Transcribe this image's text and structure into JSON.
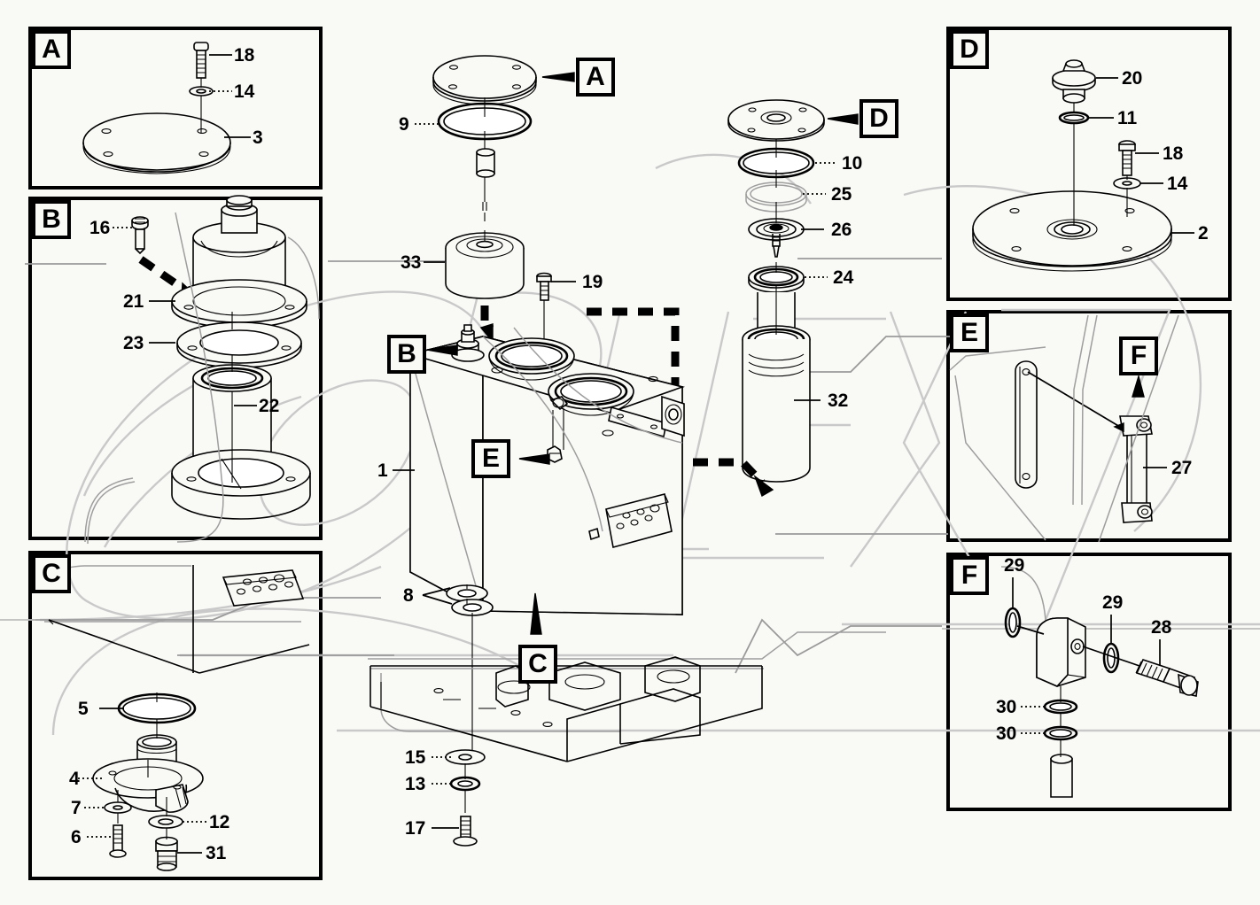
{
  "sheet": {
    "background": "#f9f9f6",
    "line_color": "#000000",
    "ghost_color": "#9e9e9e",
    "watermark_color": "#c9c9c9"
  },
  "detail_panels": [
    {
      "id": "A",
      "tag": "A",
      "title": "Detail A",
      "items": [
        {
          "num": "18",
          "name": "bolt"
        },
        {
          "num": "14",
          "name": "washer"
        },
        {
          "num": "3",
          "name": "cover-plate"
        }
      ]
    },
    {
      "id": "B",
      "tag": "B",
      "title": "Detail B",
      "items": [
        {
          "num": "16",
          "name": "screw"
        },
        {
          "num": "21",
          "name": "breather-head"
        },
        {
          "num": "23",
          "name": "gasket-ring"
        },
        {
          "num": "22",
          "name": "filter-element"
        }
      ]
    },
    {
      "id": "C",
      "tag": "C",
      "title": "Detail C",
      "items": [
        {
          "num": "5",
          "name": "o-ring"
        },
        {
          "num": "4",
          "name": "drain-flange"
        },
        {
          "num": "7",
          "name": "washer"
        },
        {
          "num": "6",
          "name": "bolt"
        },
        {
          "num": "12",
          "name": "seal-washer"
        },
        {
          "num": "31",
          "name": "drain-plug"
        }
      ]
    },
    {
      "id": "D",
      "tag": "D",
      "title": "Detail D",
      "items": [
        {
          "num": "20",
          "name": "filler-cap"
        },
        {
          "num": "11",
          "name": "o-ring"
        },
        {
          "num": "18",
          "name": "bolt"
        },
        {
          "num": "14",
          "name": "washer"
        },
        {
          "num": "2",
          "name": "cover-plate"
        }
      ]
    },
    {
      "id": "E",
      "tag": "E",
      "title": "Detail E",
      "items": [
        {
          "num": "27",
          "name": "link-strut"
        }
      ],
      "nested_callout": "F"
    },
    {
      "id": "F",
      "tag": "F",
      "title": "Detail F",
      "items": [
        {
          "num": "29",
          "name": "o-ring-upper"
        },
        {
          "num": "29",
          "name": "o-ring-lower"
        },
        {
          "num": "28",
          "name": "flange-bolt"
        },
        {
          "num": "30",
          "name": "washer-upper"
        },
        {
          "num": "30",
          "name": "washer-lower"
        }
      ]
    }
  ],
  "main_assembly": {
    "callouts": [
      "A",
      "B",
      "C",
      "D",
      "E"
    ],
    "items": [
      {
        "num": "1",
        "name": "hydraulic-tank"
      },
      {
        "num": "8",
        "name": "isolator-mount"
      },
      {
        "num": "9",
        "name": "o-ring"
      },
      {
        "num": "10",
        "name": "o-ring"
      },
      {
        "num": "13",
        "name": "lock-washer"
      },
      {
        "num": "15",
        "name": "flat-washer"
      },
      {
        "num": "17",
        "name": "bolt"
      },
      {
        "num": "19",
        "name": "bolt"
      },
      {
        "num": "24",
        "name": "spacer-ring"
      },
      {
        "num": "25",
        "name": "backup-ring"
      },
      {
        "num": "26",
        "name": "valve-spring-assembly"
      },
      {
        "num": "32",
        "name": "return-filter-element"
      },
      {
        "num": "33",
        "name": "suction-strainer"
      }
    ]
  },
  "labels": {
    "n1": "1",
    "n2": "2",
    "n3": "3",
    "n4": "4",
    "n5": "5",
    "n6": "6",
    "n7": "7",
    "n8": "8",
    "n9": "9",
    "n10": "10",
    "n11": "11",
    "n12": "12",
    "n13": "13",
    "n14": "14",
    "n14b": "14",
    "n15": "15",
    "n16": "16",
    "n17": "17",
    "n18": "18",
    "n18b": "18",
    "n19": "19",
    "n20": "20",
    "n21": "21",
    "n22": "22",
    "n23": "23",
    "n24": "24",
    "n25": "25",
    "n26": "26",
    "n27": "27",
    "n28": "28",
    "n29a": "29",
    "n29b": "29",
    "n30a": "30",
    "n30b": "30",
    "n31": "31",
    "n32": "32",
    "n33": "33",
    "tagA": "A",
    "tagB": "B",
    "tagC": "C",
    "tagD": "D",
    "tagE": "E",
    "tagF": "F",
    "calloutA": "A",
    "calloutB": "B",
    "calloutC": "C",
    "calloutD": "D",
    "calloutE": "E",
    "calloutF": "F"
  }
}
